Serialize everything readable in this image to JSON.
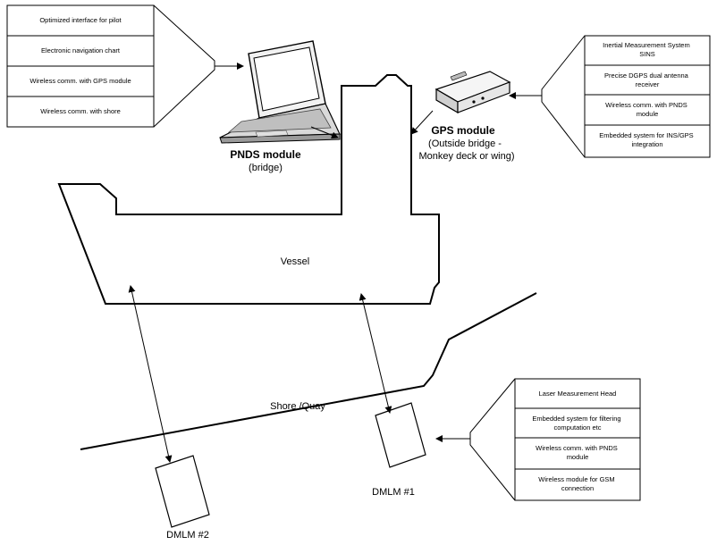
{
  "pnds_panel": {
    "items": [
      [
        "Optimized interface for pilot"
      ],
      [
        "Electronic navigation chart"
      ],
      [
        "Wireless comm. with GPS module"
      ],
      [
        "Wireless comm. with shore"
      ]
    ]
  },
  "gps_panel": {
    "items": [
      [
        "Inertial Measurement System",
        "SINS"
      ],
      [
        "Precise DGPS dual antenna",
        "receiver"
      ],
      [
        "Wireless comm. with PNDS",
        "module"
      ],
      [
        "Embedded system for INS/GPS",
        "integration"
      ]
    ]
  },
  "dmlm_panel": {
    "items": [
      [
        "Laser Measurement Head"
      ],
      [
        "Embedded system for filtering",
        "computation etc"
      ],
      [
        "Wireless comm. with PNDS",
        "module"
      ],
      [
        "Wireless module for GSM",
        "connection"
      ]
    ]
  },
  "labels": {
    "pnds_title": "PNDS module",
    "pnds_sub": "(bridge)",
    "gps_title": "GPS module",
    "gps_sub1": "(Outside bridge -",
    "gps_sub2": "Monkey deck or wing)",
    "vessel": "Vessel",
    "shore": "Shore /Quay",
    "dmlm1": "DMLM #1",
    "dmlm2": "DMLM #2"
  }
}
